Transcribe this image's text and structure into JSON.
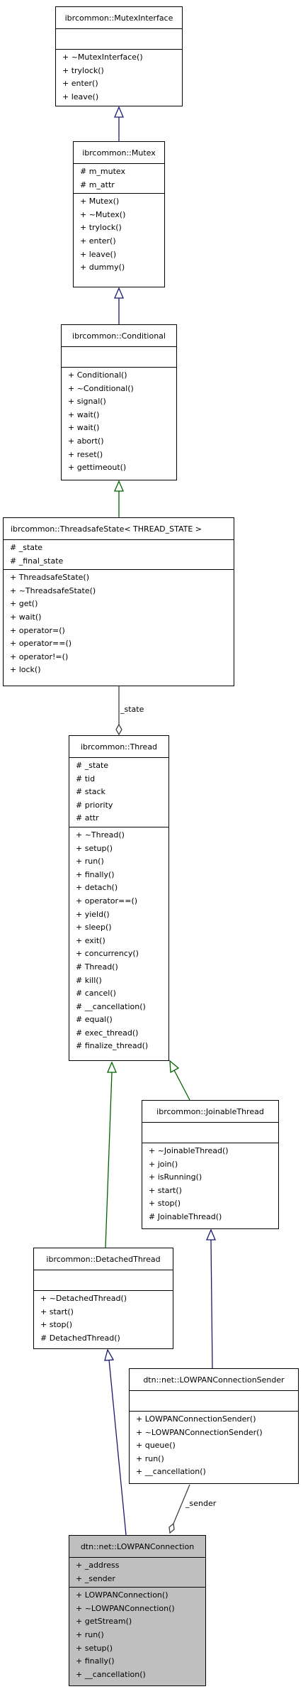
{
  "classes": {
    "mutex_interface": {
      "name": "ibrcommon::MutexInterface",
      "attributes": [],
      "methods": [
        "+ ~MutexInterface()",
        "+ trylock()",
        "+ enter()",
        "+ leave()"
      ]
    },
    "mutex": {
      "name": "ibrcommon::Mutex",
      "attributes": [
        "# m_mutex",
        "# m_attr"
      ],
      "methods": [
        "+ Mutex()",
        "+ ~Mutex()",
        "+ trylock()",
        "+ enter()",
        "+ leave()",
        "+ dummy()"
      ]
    },
    "conditional": {
      "name": "ibrcommon::Conditional",
      "attributes": [],
      "methods": [
        "+ Conditional()",
        "+ ~Conditional()",
        "+ signal()",
        "+ wait()",
        "+ wait()",
        "+ abort()",
        "+ reset()",
        "+ gettimeout()"
      ]
    },
    "threadsafe_state": {
      "name": "ibrcommon::ThreadsafeState< THREAD_STATE >",
      "attributes": [
        "# _state",
        "# _final_state"
      ],
      "methods": [
        "+ ThreadsafeState()",
        "+ ~ThreadsafeState()",
        "+ get()",
        "+ wait()",
        "+ operator=()",
        "+ operator==()",
        "+ operator!=()",
        "+ lock()"
      ]
    },
    "thread": {
      "name": "ibrcommon::Thread",
      "attributes": [
        "# _state",
        "# tid",
        "# stack",
        "# priority",
        "# attr"
      ],
      "methods": [
        "+ ~Thread()",
        "+ setup()",
        "+ run()",
        "+ finally()",
        "+ detach()",
        "+ operator==()",
        "+ yield()",
        "+ sleep()",
        "+ exit()",
        "+ concurrency()",
        "# Thread()",
        "# kill()",
        "# cancel()",
        "# __cancellation()",
        "# equal()",
        "# exec_thread()",
        "# finalize_thread()"
      ]
    },
    "joinable_thread": {
      "name": "ibrcommon::JoinableThread",
      "attributes": [],
      "methods": [
        "+ ~JoinableThread()",
        "+ join()",
        "+ isRunning()",
        "+ start()",
        "+ stop()",
        "# JoinableThread()"
      ]
    },
    "detached_thread": {
      "name": "ibrcommon::DetachedThread",
      "attributes": [],
      "methods": [
        "+ ~DetachedThread()",
        "+ start()",
        "+ stop()",
        "# DetachedThread()"
      ]
    },
    "lowpan_sender": {
      "name": "dtn::net::LOWPANConnectionSender",
      "attributes": [],
      "methods": [
        "+ LOWPANConnectionSender()",
        "+ ~LOWPANConnectionSender()",
        "+ queue()",
        "+ run()",
        "+ __cancellation()"
      ]
    },
    "lowpan_connection": {
      "name": "dtn::net::LOWPANConnection",
      "attributes": [
        "+ _address",
        "+ _sender"
      ],
      "methods": [
        "+ LOWPANConnection()",
        "+ ~LOWPANConnection()",
        "+ getStream()",
        "+ run()",
        "+ setup()",
        "+ finally()",
        "+ __cancellation()"
      ]
    }
  },
  "edge_labels": {
    "state": "_state",
    "sender": "_sender"
  },
  "colors": {
    "inherit_public": "#191970",
    "inherit_template": "#006400",
    "usage": "#404040",
    "highlight_fill": "#bfbfbf"
  }
}
